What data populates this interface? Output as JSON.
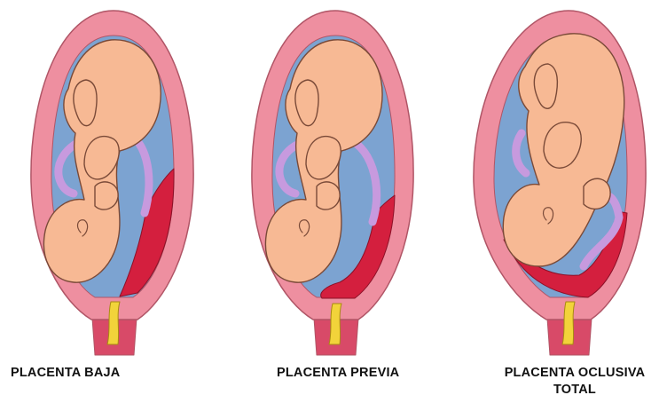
{
  "labels": {
    "placenta_baja": "PLACENTA BAJA",
    "placenta_previa": "PLACENTA PREVIA",
    "placenta_oclusiva_line1": "PLACENTA OCLUSIVA",
    "placenta_oclusiva_line2": "TOTAL"
  },
  "colors": {
    "uterus_wall": "#ee8fa0",
    "uterus_outline": "#b05566",
    "amniotic_fluid": "#7ca3d1",
    "fetus_skin": "#f7b994",
    "fetus_outline": "#7a4a38",
    "placenta": "#d41f3e",
    "cord": "#c79ade",
    "cervix_plug": "#f2d33a",
    "cervix": "#d84a68"
  }
}
